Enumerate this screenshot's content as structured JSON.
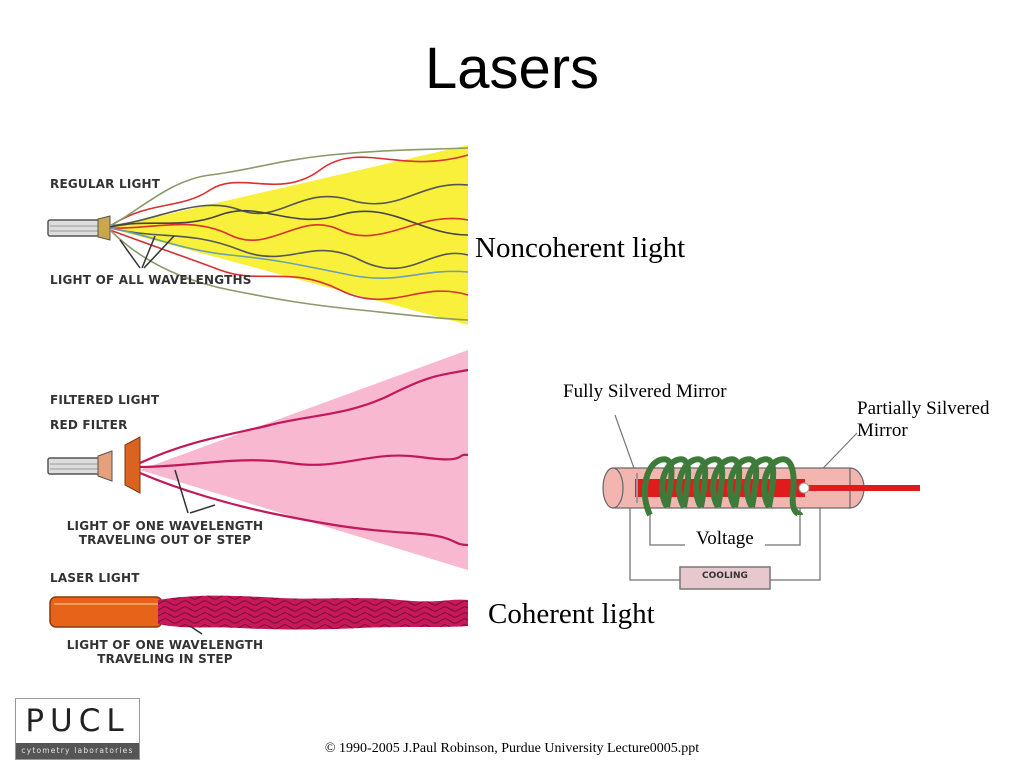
{
  "slide": {
    "title": "Lasers",
    "caption_noncoherent": "Noncoherent light",
    "caption_coherent": "Coherent light",
    "footer": "© 1990-2005 J.Paul Robinson, Purdue University Lecture0005.ppt"
  },
  "regular_light_panel": {
    "heading": "REGULAR LIGHT",
    "label": "LIGHT OF ALL WAVELENGTHS",
    "beam_color": "#f8f03a"
  },
  "filtered_light_panel": {
    "heading": "FILTERED LIGHT",
    "filter_label": "RED FILTER",
    "label_line1": "LIGHT OF ONE WAVELENGTH",
    "label_line2": "TRAVELING OUT OF STEP",
    "beam_color": "#f8b8cf"
  },
  "laser_light_panel": {
    "heading": "LASER LIGHT",
    "label_line1": "LIGHT OF ONE WAVELENGTH",
    "label_line2": "TRAVELING IN STEP",
    "beam_color": "#c8185a"
  },
  "laser_diagram": {
    "mirror_full": "Fully Silvered Mirror",
    "mirror_partial_line1": "Partially Silvered",
    "mirror_partial_line2": "Mirror",
    "voltage": "Voltage",
    "cooling": "COOLING",
    "coil_color": "#3e7a3a",
    "tube_color": "#f2b5b0",
    "beam_color": "#e01b1b"
  },
  "logo": {
    "text": "PUCL",
    "subtext": "cytometry laboratories"
  }
}
